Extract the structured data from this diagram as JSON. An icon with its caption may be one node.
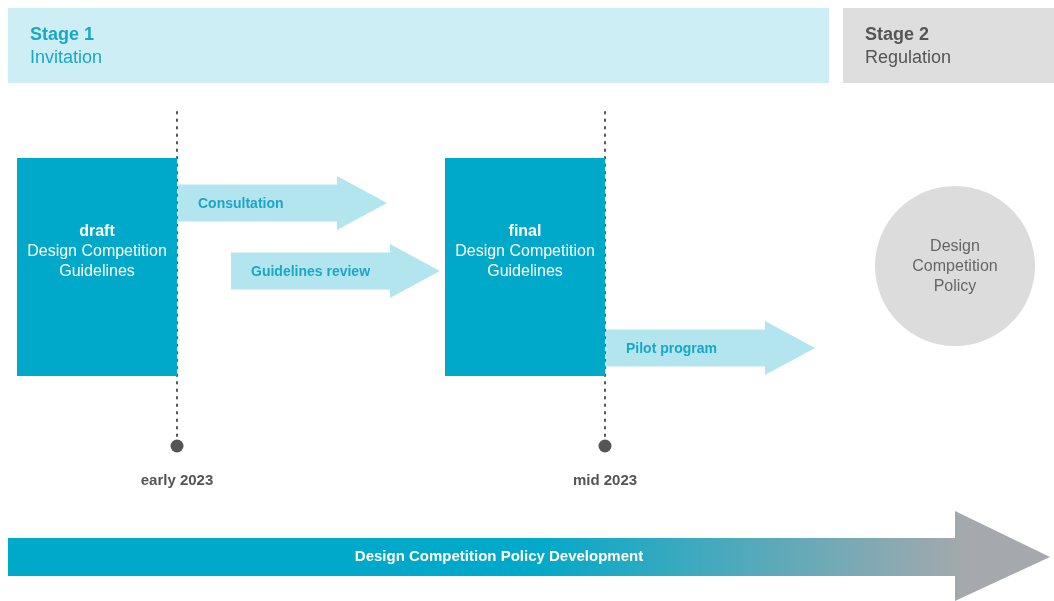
{
  "diagram": {
    "nodes": [
      {
        "text": [
          "Stage 1",
          "Invitation"
        ]
      },
      {
        "text": [
          "Stage 2",
          "Regulation"
        ]
      },
      {
        "text": [
          "draft",
          "Design Competition Guidelines"
        ]
      },
      {
        "text": [
          "final",
          "Design Competition Guidelines"
        ]
      },
      {
        "text": [
          "Design Competition Policy"
        ]
      },
      {
        "text": [
          "Design Competition Policy Development"
        ]
      }
    ],
    "edges": [
      {
        "from": 2,
        "to": 3,
        "arrow": "to",
        "label": "Consultation"
      },
      {
        "from": null,
        "to": 3,
        "arrow": "to",
        "label": "Guidelines review"
      },
      {
        "from": 3,
        "to": 4,
        "arrow": "to",
        "label": "Pilot program"
      }
    ],
    "labels": [
      "early 2023",
      "mid 2023"
    ]
  }
}
